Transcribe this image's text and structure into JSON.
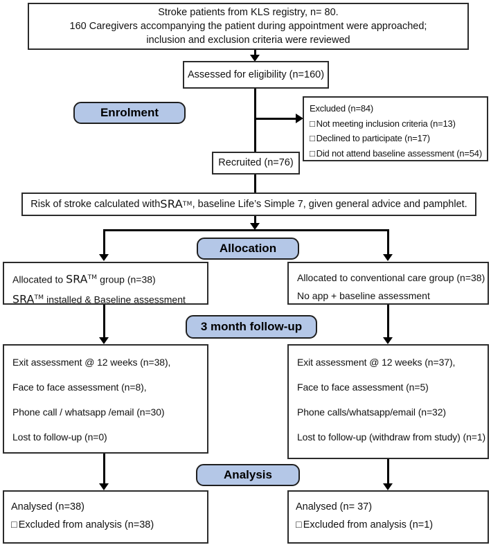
{
  "colors": {
    "stage_fill": "#b4c7e7",
    "stage_border": "#1f1f1f",
    "box_border": "#2b2b2b",
    "arrow": "#000000"
  },
  "icons": {
    "checkbox": "□"
  },
  "flow": {
    "source_box": {
      "line1": "Stroke patients from KLS registry, n= 80.",
      "line2": "160 Caregivers accompanying the patient during appointment were approached;",
      "line3": "inclusion and exclusion criteria were reviewed"
    },
    "assessed_box": {
      "text": "Assessed for eligibility (n=160)"
    },
    "stage_enrolment": "Enrolment",
    "excluded_box": {
      "title": "Excluded (n=84)",
      "items": [
        "Not meeting inclusion criteria (n=13)",
        "Declined to participate (n=17)",
        "Did not attend baseline assessment (n=54)"
      ]
    },
    "recruited_box": {
      "text": "Recruited (n=76)"
    },
    "risk_box": {
      "pre": "Risk of stroke calculated with ",
      "sra": "SRA",
      "tm": "TM",
      "post": " , baseline Life’s Simple 7, given general advice and pamphlet."
    },
    "stage_allocation": "Allocation",
    "alloc_sra_box": {
      "line1_pre": "Allocated to ",
      "line1_sra": "SRA",
      "line1_tm": "TM",
      "line1_post": " group (n=38)",
      "line2_sra": "SRA",
      "line2_tm": "TM",
      "line2_post": " installed & Baseline assessment"
    },
    "alloc_conv_box": {
      "line1": "Allocated to conventional care group (n=38)",
      "line2": "No app + baseline assessment"
    },
    "stage_followup": "3 month follow-up",
    "followup_sra_box": {
      "lines": [
        "Exit assessment @ 12 weeks (n=38),",
        "Face to face assessment (n=8),",
        "Phone call / whatsapp /email (n=30)",
        "Lost to follow-up (n=0)"
      ]
    },
    "followup_conv_box": {
      "lines": [
        "Exit assessment @ 12 weeks (n=37),",
        "Face to face assessment (n=5)",
        "Phone calls/whatsapp/email (n=32)",
        "Lost to follow-up (withdraw from study) (n=1)"
      ]
    },
    "stage_analysis": "Analysis",
    "analysis_sra_box": {
      "title": "Analysed (n=38)",
      "item": "Excluded from analysis (n=38)"
    },
    "analysis_conv_box": {
      "title": "Analysed (n= 37)",
      "item": "Excluded from analysis (n=1)"
    }
  }
}
